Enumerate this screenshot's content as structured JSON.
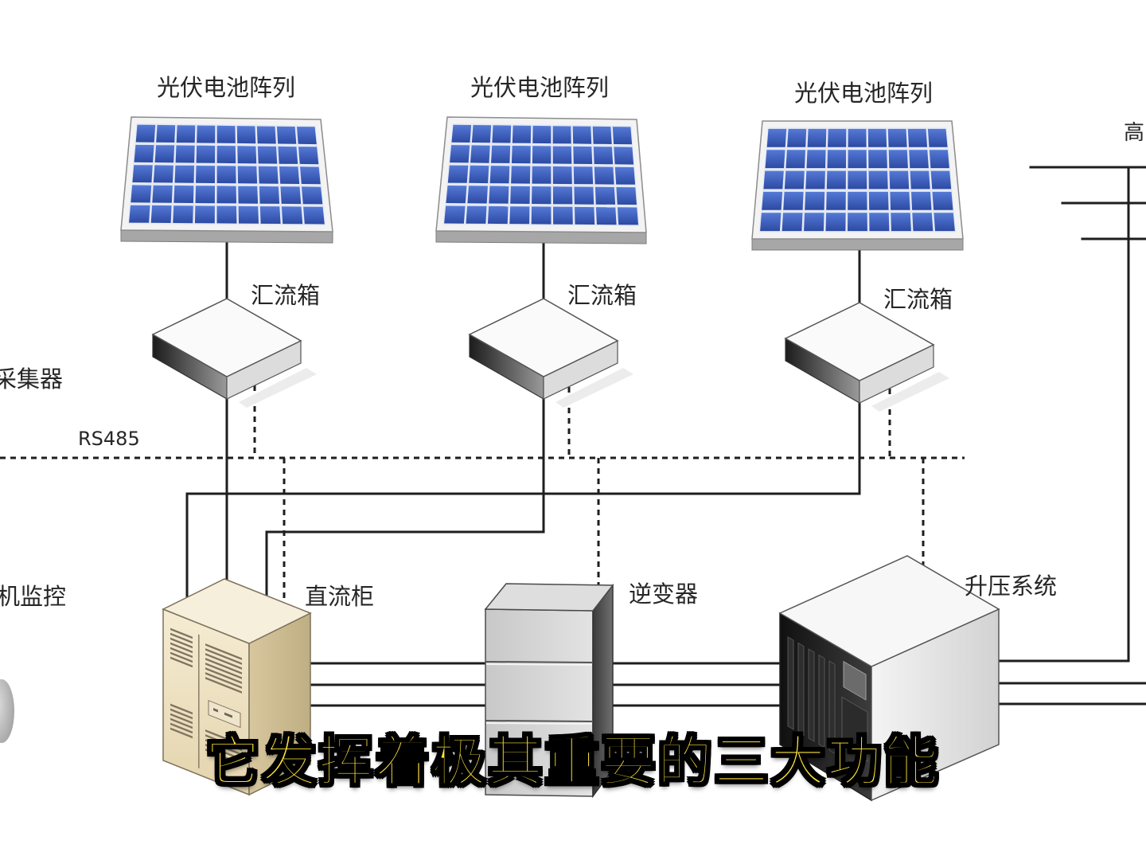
{
  "diagram": {
    "pv_arrays": [
      {
        "label": "光伏电池阵列"
      },
      {
        "label": "光伏电池阵列"
      },
      {
        "label": "光伏电池阵列"
      }
    ],
    "combiner_boxes": [
      {
        "label": "汇流箱"
      },
      {
        "label": "汇流箱"
      },
      {
        "label": "汇流箱"
      }
    ],
    "bus": {
      "label": "RS485"
    },
    "left_labels": {
      "collector": "采集器",
      "monitor": "机监控"
    },
    "equipment": {
      "dc_cabinet": "直流柜",
      "inverter": "逆变器",
      "step_up": "升压系统"
    },
    "grid_label": "高"
  },
  "subtitle": "它发挥着极其重要的三大功能",
  "colors": {
    "subtitle": "#FFE43A",
    "panel_cell": "#2C4AA3",
    "line": "#1E1E1E"
  }
}
